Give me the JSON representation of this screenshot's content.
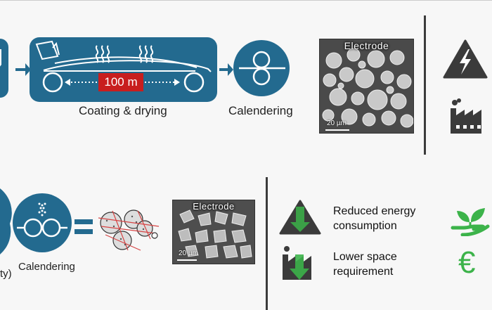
{
  "top_process": {
    "coating_label": "Coating & drying",
    "length_badge": "100 m",
    "calendering_label": "Calendering",
    "electrode_label": "Electrode",
    "scale_label": "20 µm"
  },
  "bottom_process": {
    "calendering_label": "Calendering",
    "left_partial_text": "ty)",
    "electrode_label": "Electrode",
    "scale_label": "20 µm"
  },
  "benefits": {
    "energy_line1": "Reduced energy",
    "energy_line2": "consumption",
    "space_line1": "Lower space",
    "space_line2": "requirement",
    "euro_symbol": "€"
  },
  "colors": {
    "process_blue": "#236a8f",
    "dark_gray": "#3b3b3b",
    "green": "#3cb34a",
    "red": "#c81e1e"
  },
  "icons": {
    "energy": "high-voltage-warning-icon",
    "factory": "factory-icon",
    "growth": "plant-in-hand-icon",
    "currency": "euro-icon"
  }
}
